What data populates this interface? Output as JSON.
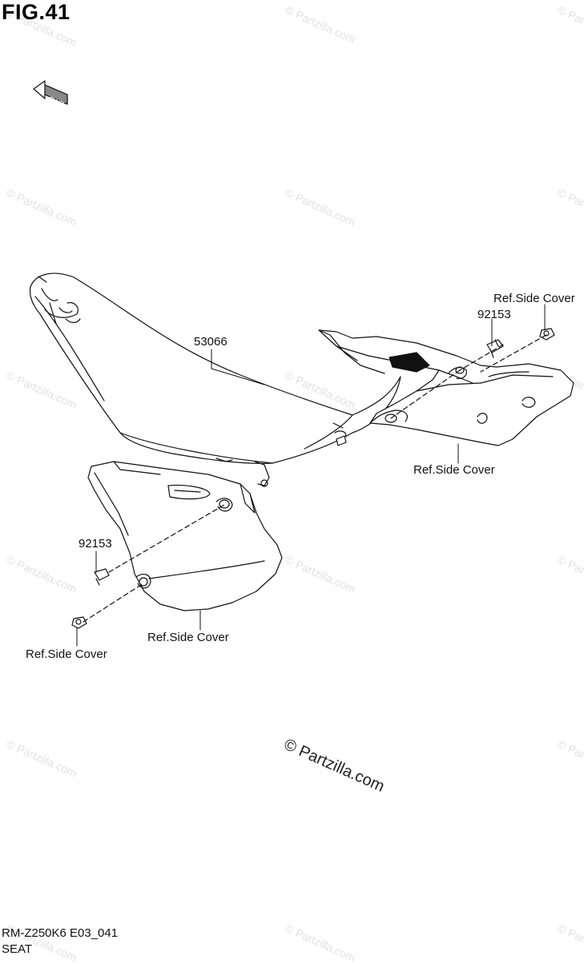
{
  "figure": {
    "title": "FIG.41",
    "fwd_label": "FWD"
  },
  "callouts": {
    "seat": "53066",
    "bolt_rear": "92153",
    "bolt_front": "92153",
    "ref_side_cover_rear_top": "Ref.Side Cover",
    "ref_side_cover_rear": "Ref.Side Cover",
    "ref_side_cover_front": "Ref.Side Cover",
    "ref_side_cover_front_lower": "Ref.Side Cover"
  },
  "watermark": {
    "text": "© Partzilla.com",
    "center_text": "© Partzilla.com"
  },
  "footer": {
    "model_code": "RM-Z250K6 E03_041",
    "section": "SEAT"
  }
}
